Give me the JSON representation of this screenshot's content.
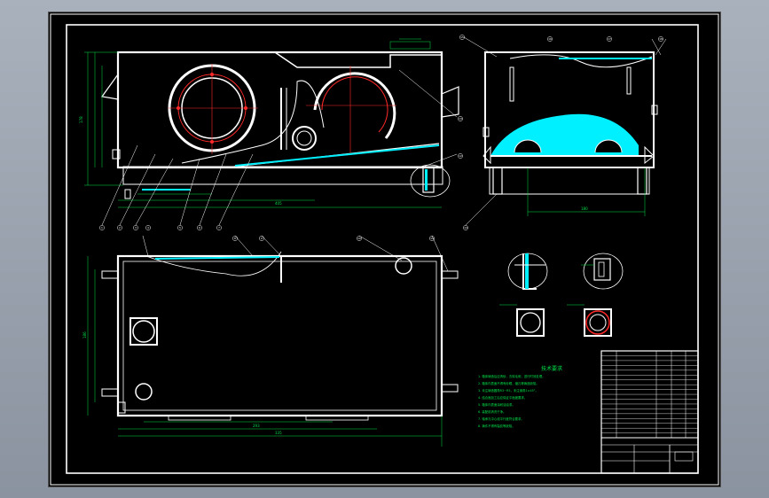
{
  "drawing": {
    "tech_title": "技术要求",
    "tech_notes": [
      "1. 箱体铸造后应清砂，去除毛刺，进行时效处理。",
      "2. 箱体内表面不得有砂眼、缩孔等铸造缺陷。",
      "3. 未注铸造圆角R3~R5，未注倒角1×45°。",
      "4. 结合面加工后应保证平面度要求。",
      "5. 箱体内表面涂耐油油漆。",
      "6. 装配前清洗干净。",
      "7. 轴承孔中心线平行度符合要求。",
      "8. 铸件不得有裂纹等缺陷。"
    ],
    "dims": {
      "front_width": "405",
      "plan_width": "335",
      "plan_inner": "293",
      "side_width": "180",
      "height_total": "178",
      "plan_height": "186"
    },
    "callouts": [
      "1",
      "2",
      "3",
      "4",
      "5",
      "6",
      "7",
      "8",
      "9",
      "10",
      "11",
      "12",
      "13",
      "14",
      "15",
      "16",
      "17",
      "18"
    ]
  }
}
